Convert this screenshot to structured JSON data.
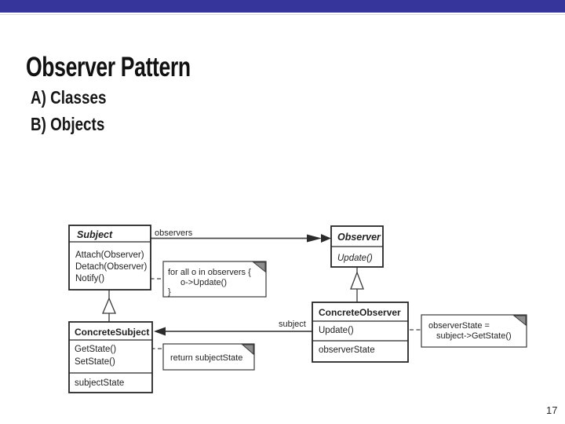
{
  "slide": {
    "title": "Observer Pattern",
    "items": [
      {
        "label": "A) Classes"
      },
      {
        "label": "B) Objects"
      }
    ],
    "page_number": "17"
  },
  "colors": {
    "header_bar": "#35359b",
    "note_fold": "#8f8f8f",
    "diagram_line": "#4a4a4a"
  },
  "diagram": {
    "type": "uml-class-diagram",
    "classes": {
      "subject": {
        "name": "Subject",
        "abstract": true,
        "methods": [
          "Attach(Observer)",
          "Detach(Observer)",
          "Notify()"
        ]
      },
      "observer": {
        "name": "Observer",
        "abstract": true,
        "methods": [
          "Update()"
        ]
      },
      "concrete_subject": {
        "name": "ConcreteSubject",
        "methods": [
          "GetState()",
          "SetState()"
        ],
        "attributes": [
          "subjectState"
        ]
      },
      "concrete_observer": {
        "name": "ConcreteObserver",
        "methods": [
          "Update()"
        ],
        "attributes": [
          "observerState"
        ]
      }
    },
    "labels": {
      "observers": "observers",
      "subject": "subject"
    },
    "notes": {
      "notify": {
        "lines": [
          "for all o in observers {",
          "o->Update()",
          "}"
        ]
      },
      "get_state": {
        "lines": [
          "return subjectState"
        ]
      },
      "update": {
        "lines": [
          "observerState =",
          "subject->GetState()"
        ]
      }
    }
  }
}
